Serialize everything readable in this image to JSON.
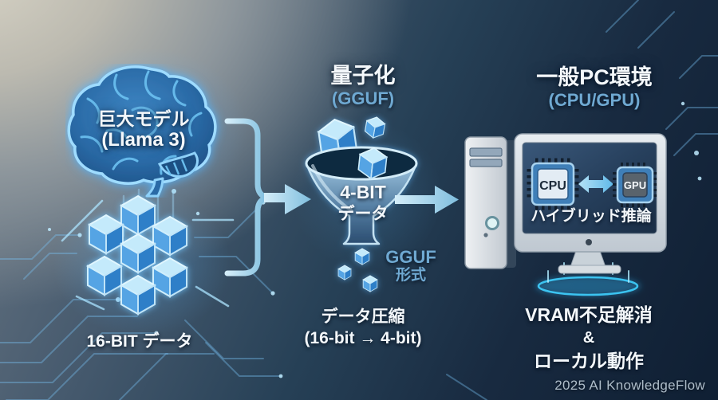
{
  "left": {
    "model_title": "巨大モデル",
    "model_subtitle": "(Llama 3)",
    "data_label": "16-BIT データ"
  },
  "middle": {
    "title": "量子化",
    "subtitle": "(GGUF)",
    "funnel_line1": "4-BIT",
    "funnel_line2": "データ",
    "format_line1": "GGUF",
    "format_line2": "形式",
    "caption_line1": "データ圧縮",
    "caption_line2": "(16-bit → 4-bit)"
  },
  "right": {
    "title": "一般PC環境",
    "subtitle": "(CPU/GPU)",
    "cpu_label": "CPU",
    "gpu_label": "GPU",
    "screen_caption": "ハイブリッド推論",
    "benefit_line1": "VRAM不足解消",
    "benefit_line2": "&",
    "benefit_line3": "ローカル動作"
  },
  "footer": {
    "credit": "2025 AI KnowledgeFlow"
  },
  "colors": {
    "title_white": "#f4f8fb",
    "subtitle_blue": "#6fa9d2",
    "accent_arrow": "#a9d8ef",
    "cube_top": "#c4eafb",
    "cube_left": "#54a4e4",
    "cube_right": "#2e7fc8",
    "glow_cyan": "#35c8f5",
    "background_dark": "#14243a"
  }
}
